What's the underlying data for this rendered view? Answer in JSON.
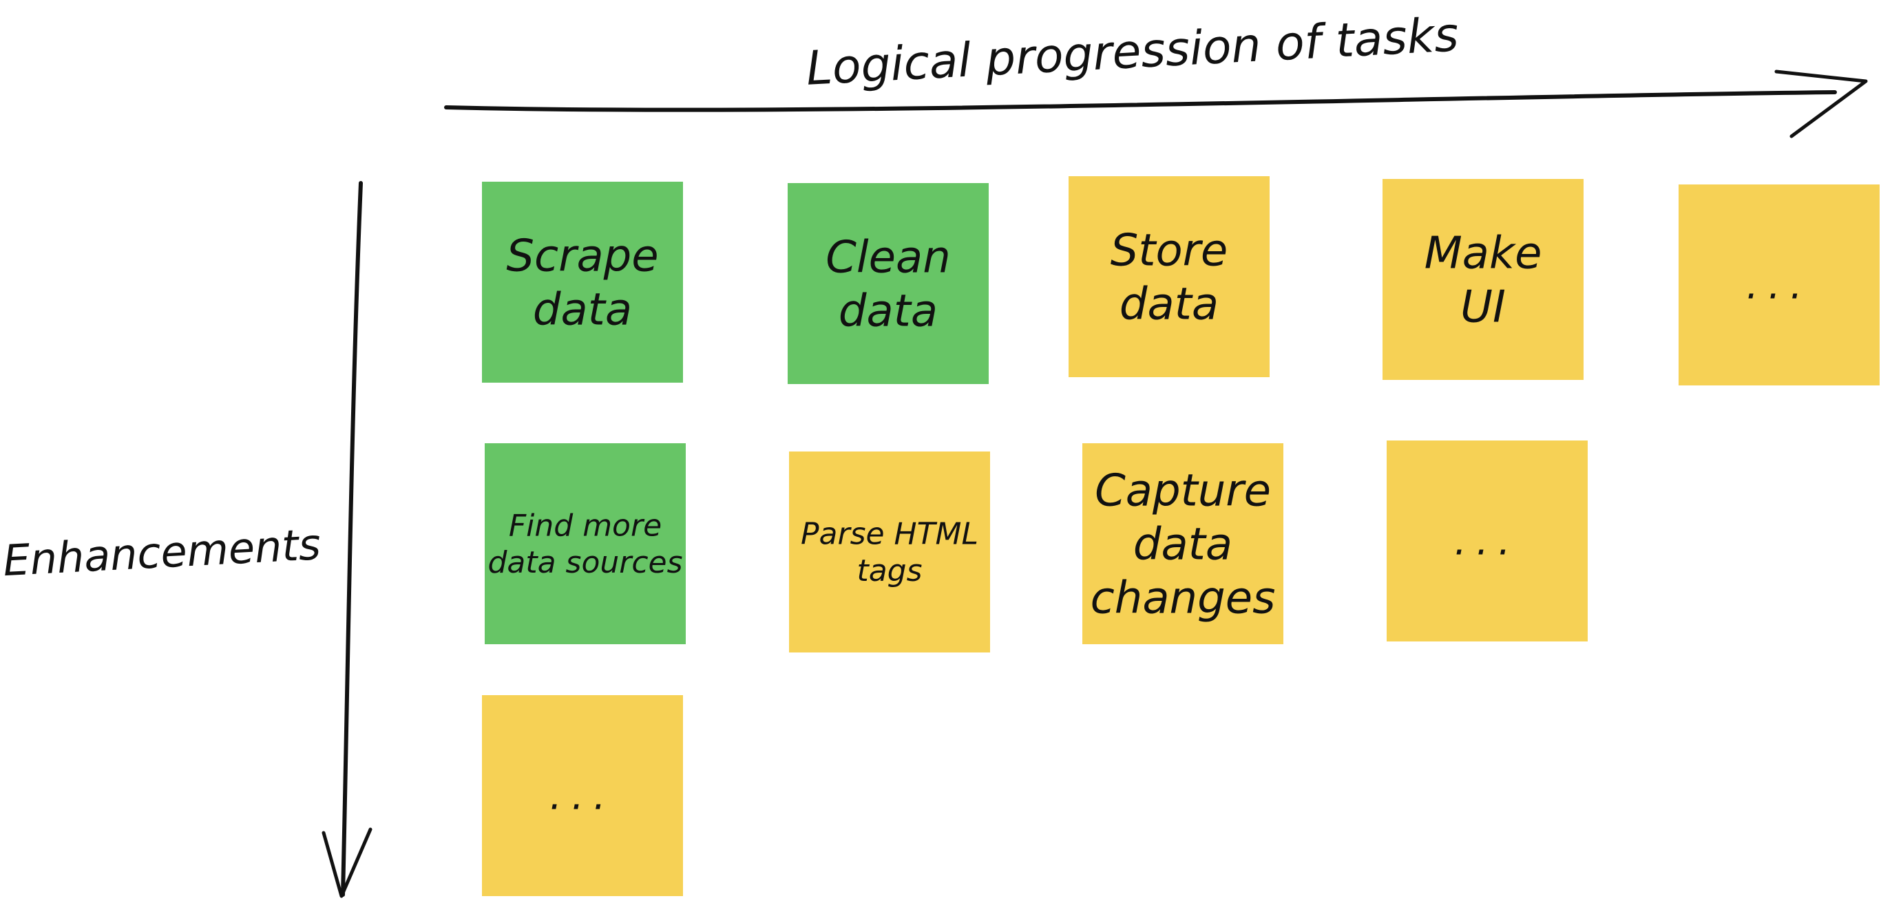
{
  "colors": {
    "background": "#ffffff",
    "ink": "#111111",
    "green_note": "#67c566",
    "yellow_note": "#f6d155"
  },
  "axes": {
    "horizontal_label": "Logical progression of tasks",
    "vertical_label": "Enhancements"
  },
  "notes": [
    {
      "lines": [
        "Scrape",
        "data"
      ],
      "color": "green",
      "row": 1,
      "col": 1
    },
    {
      "lines": [
        "Clean",
        "data"
      ],
      "color": "green",
      "row": 1,
      "col": 2
    },
    {
      "lines": [
        "Store",
        "data"
      ],
      "color": "yellow",
      "row": 1,
      "col": 3
    },
    {
      "lines": [
        "Make",
        "UI"
      ],
      "color": "yellow",
      "row": 1,
      "col": 4
    },
    {
      "lines": [
        "..."
      ],
      "color": "yellow",
      "row": 1,
      "col": 5
    },
    {
      "lines": [
        "Find more",
        "data sources"
      ],
      "color": "green",
      "row": 2,
      "col": 1
    },
    {
      "lines": [
        "Parse HTML",
        "tags"
      ],
      "color": "yellow",
      "row": 2,
      "col": 2
    },
    {
      "lines": [
        "Capture",
        "data",
        "changes"
      ],
      "color": "yellow",
      "row": 2,
      "col": 3
    },
    {
      "lines": [
        "..."
      ],
      "color": "yellow",
      "row": 2,
      "col": 4
    },
    {
      "lines": [
        "..."
      ],
      "color": "yellow",
      "row": 3,
      "col": 1
    }
  ]
}
